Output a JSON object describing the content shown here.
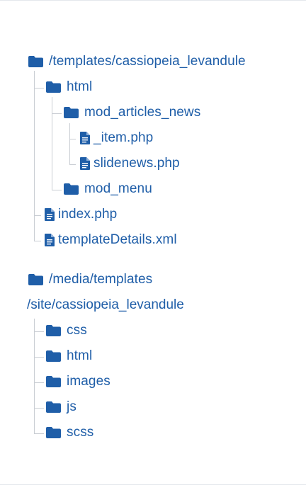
{
  "colors": {
    "accent": "#1f5ea8",
    "guide": "#c9cdd3",
    "background": "#ffffff"
  },
  "tree1": {
    "root": "/templates/cassiopeia_levandule",
    "html": "html",
    "mod_articles_news": "mod_articles_news",
    "item_php": "_item.php",
    "slidenews_php": "slidenews.php",
    "mod_menu": "mod_menu",
    "index_php": "index.php",
    "template_details": "templateDetails.xml"
  },
  "tree2": {
    "root_line1": "/media/templates",
    "root_line2": "/site/cassiopeia_levandule",
    "css": "css",
    "html": "html",
    "images": "images",
    "js": "js",
    "scss": "scss"
  },
  "icons": {
    "folder": "folder-icon",
    "file": "file-icon"
  }
}
